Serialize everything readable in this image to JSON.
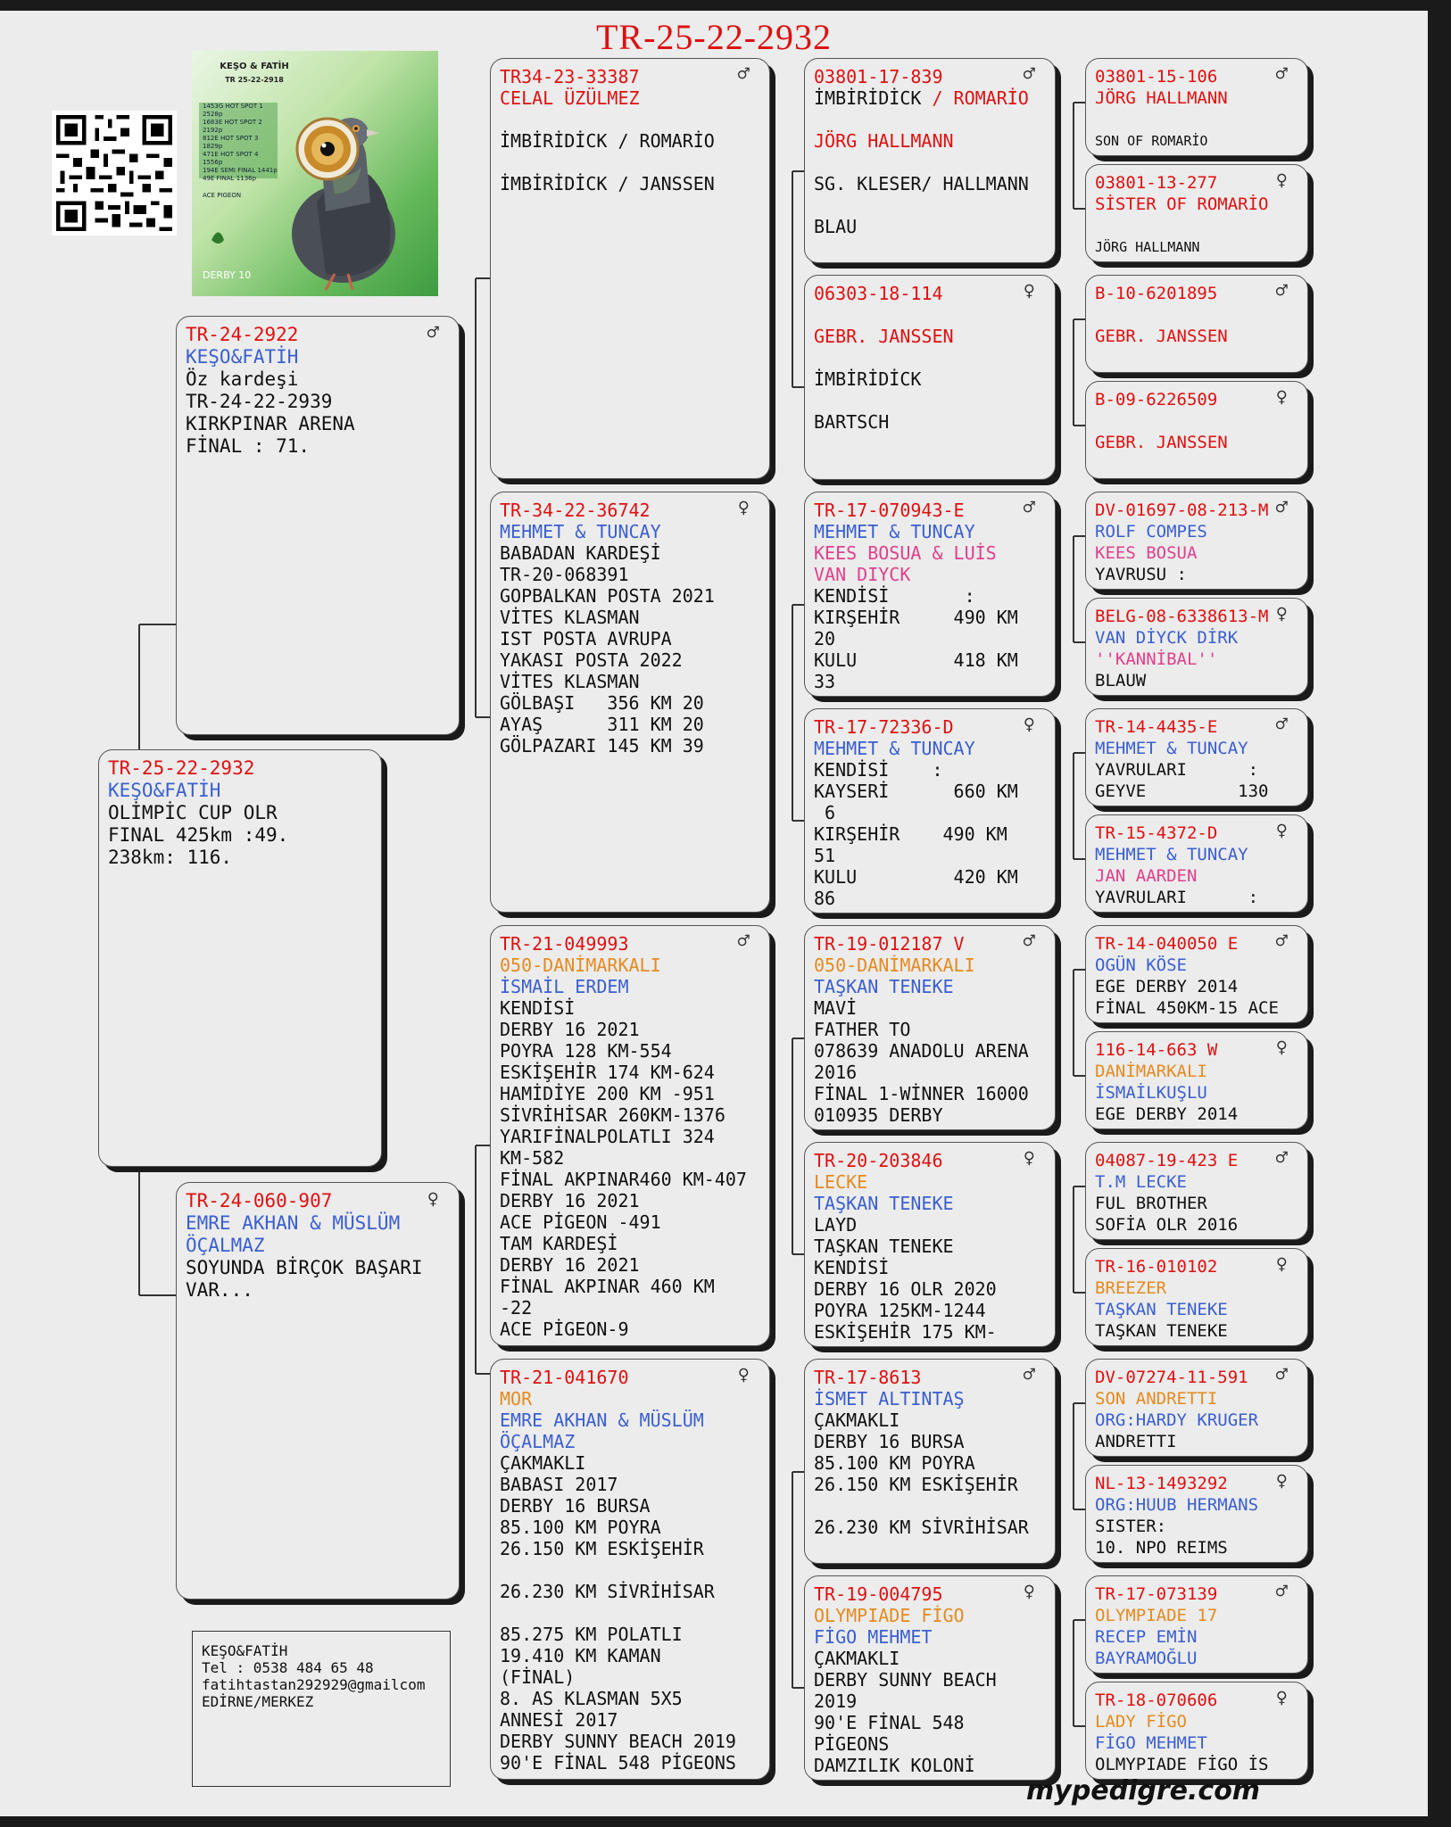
{
  "title": "TR-25-22-2932",
  "footer_brand": "mypedigre.com",
  "photo": {
    "title": "KEŞO & FATİH",
    "subtitle": "TR 25-22-2918",
    "stats": [
      "1453G HOT SPOT 1 2528p",
      "1683E HOT SPOT 2 2192p",
      "812E HOT SPOT 3 1829p",
      "471E HOT SPOT 4 1556p",
      "194E SEMI FINAL 1441p",
      "49E FINAL 1136p",
      "ACE PIGEON"
    ],
    "footer": "DERBY 10"
  },
  "contact": {
    "lines": [
      "KEŞO&FATİH",
      "Tel : 0538 484 65 48",
      "fatihtastan292929@gmailcom",
      "EDİRNE/MERKEZ"
    ]
  },
  "pigeons": [
    {
      "id": "subject",
      "ring": "TR-25-22-2932",
      "sex": "",
      "lines": [
        {
          "t": "KEŞO&FATİH",
          "c": "blue"
        },
        {
          "t": "OLİMPİC CUP OLR",
          "c": "black"
        },
        {
          "t": "FINAL 425km :49.",
          "c": "black"
        },
        {
          "t": "238km: 116.",
          "c": "black"
        }
      ]
    },
    {
      "id": "sire",
      "ring": "TR-24-2922",
      "sex": "♂",
      "lines": [
        {
          "t": "KEŞO&FATİH",
          "c": "blue"
        },
        {
          "t": "Öz kardeşi",
          "c": "black"
        },
        {
          "t": "TR-24-22-2939",
          "c": "black"
        },
        {
          "t": "KIRKPINAR ARENA",
          "c": "black"
        },
        {
          "t": "FİNAL : 71.",
          "c": "black"
        }
      ]
    },
    {
      "id": "dam",
      "ring": "TR-24-060-907",
      "sex": "♀",
      "lines": [
        {
          "t": "EMRE AKHAN & MÜSLÜM",
          "c": "blue"
        },
        {
          "t": "ÖÇALMAZ",
          "c": "blue"
        },
        {
          "t": "SOYUNDA BİRÇOK BAŞARI",
          "c": "black"
        },
        {
          "t": "VAR...",
          "c": "black"
        }
      ]
    },
    {
      "id": "ss",
      "ring": "TR34-23-33387",
      "sex": "♂",
      "lines": [
        {
          "t": "CELAL ÜZÜLMEZ",
          "c": "red"
        },
        {
          "t": "",
          "c": "black"
        },
        {
          "t": "İMBİRİDİCK / ROMARİO",
          "c": "black"
        },
        {
          "t": "",
          "c": "black"
        },
        {
          "t": "İMBİRİDİCK / JANSSEN",
          "c": "black"
        }
      ]
    },
    {
      "id": "sd",
      "ring": "TR-34-22-36742",
      "sex": "♀",
      "lines": [
        {
          "t": "MEHMET & TUNCAY",
          "c": "blue"
        },
        {
          "t": "BABADAN KARDEŞİ",
          "c": "black"
        },
        {
          "t": "TR-20-068391",
          "c": "black"
        },
        {
          "t": "GOPBALKAN POSTA 2021",
          "c": "black"
        },
        {
          "t": "VİTES KLASMAN",
          "c": "black"
        },
        {
          "t": "IST POSTA AVRUPA",
          "c": "black"
        },
        {
          "t": "YAKASI POSTA 2022",
          "c": "black"
        },
        {
          "t": "VİTES KLASMAN",
          "c": "black"
        },
        {
          "t": "GÖLBAŞI   356 KM 20",
          "c": "black"
        },
        {
          "t": "AYAŞ      311 KM 20",
          "c": "black"
        },
        {
          "t": "GÖLPAZARI 145 KM 39",
          "c": "black"
        }
      ]
    },
    {
      "id": "ds",
      "ring": "TR-21-049993",
      "sex": "♂",
      "lines": [
        {
          "t": "050-DANİMARKALI",
          "c": "orange"
        },
        {
          "t": "İSMAİL ERDEM",
          "c": "blue"
        },
        {
          "t": "KENDİSİ",
          "c": "black"
        },
        {
          "t": "DERBY 16 2021",
          "c": "black"
        },
        {
          "t": "POYRA 128 KM-554",
          "c": "black"
        },
        {
          "t": "ESKİŞEHİR 174 KM-624",
          "c": "black"
        },
        {
          "t": "HAMİDİYE 200 KM -951",
          "c": "black"
        },
        {
          "t": "SİVRİHİSAR 260KM-1376",
          "c": "black"
        },
        {
          "t": "YARIFİNALPOLATLI 324",
          "c": "black"
        },
        {
          "t": "KM-582",
          "c": "black"
        },
        {
          "t": "FİNAL AKPINAR460 KM-407",
          "c": "black"
        },
        {
          "t": "DERBY 16 2021",
          "c": "black"
        },
        {
          "t": "ACE PİGEON -491",
          "c": "black"
        },
        {
          "t": "TAM KARDEŞİ",
          "c": "black"
        },
        {
          "t": "DERBY 16 2021",
          "c": "black"
        },
        {
          "t": "FİNAL AKPINAR 460 KM",
          "c": "black"
        },
        {
          "t": "-22",
          "c": "black"
        },
        {
          "t": "ACE PİGEON-9",
          "c": "black"
        }
      ]
    },
    {
      "id": "dd",
      "ring": "TR-21-041670",
      "sex": "♀",
      "lines": [
        {
          "t": "MOR",
          "c": "orange"
        },
        {
          "t": "EMRE AKHAN & MÜSLÜM",
          "c": "blue"
        },
        {
          "t": "ÖÇALMAZ",
          "c": "blue"
        },
        {
          "t": "ÇAKMAKLI",
          "c": "black"
        },
        {
          "t": "BABASI 2017",
          "c": "black"
        },
        {
          "t": "DERBY 16 BURSA",
          "c": "black"
        },
        {
          "t": "85.100 KM POYRA",
          "c": "black"
        },
        {
          "t": "26.150 KM ESKİŞEHİR",
          "c": "black"
        },
        {
          "t": "",
          "c": "black"
        },
        {
          "t": "26.230 KM SİVRİHİSAR",
          "c": "black"
        },
        {
          "t": "",
          "c": "black"
        },
        {
          "t": "85.275 KM POLATLI",
          "c": "black"
        },
        {
          "t": "19.410 KM KAMAN",
          "c": "black"
        },
        {
          "t": "(FİNAL)",
          "c": "black"
        },
        {
          "t": "8. AS KLASMAN 5X5",
          "c": "black"
        },
        {
          "t": "ANNESİ 2017",
          "c": "black"
        },
        {
          "t": "DERBY SUNNY BEACH 2019",
          "c": "black"
        },
        {
          "t": "90'E FİNAL 548 PİGEONS",
          "c": "black"
        }
      ]
    },
    {
      "id": "sss",
      "ring": "03801-17-839",
      "sex": "♂",
      "lines": [
        {
          "t": "İMBİRİDİCK / ROMARİO",
          "c": "mixed1"
        },
        {
          "t": "",
          "c": "black"
        },
        {
          "t": "JÖRG HALLMANN",
          "c": "red"
        },
        {
          "t": "",
          "c": "black"
        },
        {
          "t": "SG. KLESER/ HALLMANN",
          "c": "black"
        },
        {
          "t": "",
          "c": "black"
        },
        {
          "t": "BLAU",
          "c": "black"
        }
      ]
    },
    {
      "id": "ssd",
      "ring": "06303-18-114",
      "sex": "♀",
      "lines": [
        {
          "t": "",
          "c": "black"
        },
        {
          "t": "GEBR. JANSSEN",
          "c": "red"
        },
        {
          "t": "",
          "c": "black"
        },
        {
          "t": "İMBİRİDİCK",
          "c": "black"
        },
        {
          "t": "",
          "c": "black"
        },
        {
          "t": "BARTSCH",
          "c": "black"
        }
      ]
    },
    {
      "id": "sds",
      "ring": "TR-17-070943-E",
      "sex": "♂",
      "lines": [
        {
          "t": "MEHMET & TUNCAY",
          "c": "blue"
        },
        {
          "t": "KEES BOSUA & LUİS",
          "c": "pink"
        },
        {
          "t": "VAN DIYCK",
          "c": "pink"
        },
        {
          "t": "KENDİSİ       :",
          "c": "black"
        },
        {
          "t": "KIRŞEHİR     490 KM",
          "c": "black"
        },
        {
          "t": "20",
          "c": "black"
        },
        {
          "t": "KULU         418 KM",
          "c": "black"
        },
        {
          "t": "33",
          "c": "black"
        }
      ]
    },
    {
      "id": "sdd",
      "ring": "TR-17-72336-D",
      "sex": "♀",
      "lines": [
        {
          "t": "MEHMET & TUNCAY",
          "c": "blue"
        },
        {
          "t": "KENDİSİ    :",
          "c": "black"
        },
        {
          "t": "KAYSERİ      660 KM",
          "c": "black"
        },
        {
          "t": " 6",
          "c": "black"
        },
        {
          "t": "KIRŞEHİR    490 KM",
          "c": "black"
        },
        {
          "t": "51",
          "c": "black"
        },
        {
          "t": "KULU         420 KM",
          "c": "black"
        },
        {
          "t": "86",
          "c": "black"
        }
      ]
    },
    {
      "id": "dss",
      "ring": "TR-19-012187 V",
      "sex": "♂",
      "lines": [
        {
          "t": "050-DANİMARKALI",
          "c": "orange"
        },
        {
          "t": "TAŞKAN TENEKE",
          "c": "blue"
        },
        {
          "t": "MAVİ",
          "c": "black"
        },
        {
          "t": "FATHER TO",
          "c": "black"
        },
        {
          "t": "078639 ANADOLU ARENA",
          "c": "black"
        },
        {
          "t": "2016",
          "c": "black"
        },
        {
          "t": "FİNAL 1-WİNNER 16000",
          "c": "black"
        },
        {
          "t": "010935 DERBY",
          "c": "black"
        }
      ]
    },
    {
      "id": "dsd",
      "ring": "TR-20-203846",
      "sex": "♀",
      "lines": [
        {
          "t": "LECKE",
          "c": "orange"
        },
        {
          "t": "TAŞKAN TENEKE",
          "c": "blue"
        },
        {
          "t": "LAYD",
          "c": "black"
        },
        {
          "t": "TAŞKAN TENEKE",
          "c": "black"
        },
        {
          "t": "KENDİSİ",
          "c": "black"
        },
        {
          "t": "DERBY 16 OLR 2020",
          "c": "black"
        },
        {
          "t": "POYRA 125KM-1244",
          "c": "black"
        },
        {
          "t": "ESKİŞEHİR 175 KM-",
          "c": "black"
        }
      ]
    },
    {
      "id": "dds",
      "ring": "TR-17-8613",
      "sex": "♂",
      "lines": [
        {
          "t": "İSMET ALTINTAŞ",
          "c": "blue"
        },
        {
          "t": "ÇAKMAKLI",
          "c": "black"
        },
        {
          "t": "DERBY 16 BURSA",
          "c": "black"
        },
        {
          "t": "85.100 KM POYRA",
          "c": "black"
        },
        {
          "t": "26.150 KM ESKİŞEHİR",
          "c": "black"
        },
        {
          "t": "",
          "c": "black"
        },
        {
          "t": "26.230 KM SİVRİHİSAR",
          "c": "black"
        }
      ]
    },
    {
      "id": "ddd",
      "ring": "TR-19-004795",
      "sex": "♀",
      "lines": [
        {
          "t": "OLYMPIADE FİGO",
          "c": "orange"
        },
        {
          "t": "FİGO MEHMET",
          "c": "blue"
        },
        {
          "t": "ÇAKMAKLI",
          "c": "black"
        },
        {
          "t": "DERBY SUNNY BEACH",
          "c": "black"
        },
        {
          "t": "2019",
          "c": "black"
        },
        {
          "t": "90'E FİNAL 548",
          "c": "black"
        },
        {
          "t": "PİGEONS",
          "c": "black"
        },
        {
          "t": "DAMZILIK KOLONİ",
          "c": "black"
        }
      ]
    },
    {
      "id": "g1",
      "ring": "03801-15-106",
      "sex": "♂",
      "lines": [
        {
          "t": "JÖRG HALLMANN",
          "c": "red"
        },
        {
          "t": "",
          "c": "black"
        },
        {
          "t": "SON OF ROMARİO",
          "c": "small"
        }
      ]
    },
    {
      "id": "g2",
      "ring": "03801-13-277",
      "sex": "♀",
      "lines": [
        {
          "t": "SİSTER OF ROMARİO",
          "c": "red"
        },
        {
          "t": "",
          "c": "black"
        },
        {
          "t": "JÖRG HALLMANN",
          "c": "small"
        }
      ]
    },
    {
      "id": "g3",
      "ring": "B-10-6201895",
      "sex": "♂",
      "lines": [
        {
          "t": "",
          "c": "black"
        },
        {
          "t": "GEBR. JANSSEN",
          "c": "red"
        }
      ]
    },
    {
      "id": "g4",
      "ring": "B-09-6226509",
      "sex": "♀",
      "lines": [
        {
          "t": "",
          "c": "black"
        },
        {
          "t": "GEBR. JANSSEN",
          "c": "red"
        }
      ]
    },
    {
      "id": "g5",
      "ring": "DV-01697-08-213-M",
      "sex": "♂",
      "lines": [
        {
          "t": "ROLF COMPES",
          "c": "blue"
        },
        {
          "t": "KEES BOSUA",
          "c": "pink"
        },
        {
          "t": "YAVRUSU :",
          "c": "black"
        }
      ]
    },
    {
      "id": "g6",
      "ring": "BELG-08-6338613-M",
      "sex": "♀",
      "lines": [
        {
          "t": "VAN DİYCK DİRK",
          "c": "blue"
        },
        {
          "t": "''KANNİBAL''",
          "c": "pink"
        },
        {
          "t": "BLAUW",
          "c": "black"
        }
      ]
    },
    {
      "id": "g7",
      "ring": "TR-14-4435-E",
      "sex": "♂",
      "lines": [
        {
          "t": "MEHMET & TUNCAY",
          "c": "blue"
        },
        {
          "t": "YAVRULARI      :",
          "c": "black"
        },
        {
          "t": "GEYVE         130",
          "c": "black"
        }
      ]
    },
    {
      "id": "g8",
      "ring": "TR-15-4372-D",
      "sex": "♀",
      "lines": [
        {
          "t": "MEHMET & TUNCAY",
          "c": "blue"
        },
        {
          "t": "JAN AARDEN",
          "c": "pink"
        },
        {
          "t": "YAVRULARI      :",
          "c": "black"
        }
      ]
    },
    {
      "id": "g9",
      "ring": "TR-14-040050 E",
      "sex": "♂",
      "lines": [
        {
          "t": "OGÜN KÖSE",
          "c": "blue"
        },
        {
          "t": "EGE DERBY 2014",
          "c": "black"
        },
        {
          "t": "FİNAL 450KM-15 ACE",
          "c": "black"
        }
      ]
    },
    {
      "id": "g10",
      "ring": "116-14-663 W",
      "sex": "♀",
      "lines": [
        {
          "t": "DANİMARKALI",
          "c": "orange"
        },
        {
          "t": "İSMAİLKUŞLU",
          "c": "blue"
        },
        {
          "t": "EGE DERBY 2014",
          "c": "black"
        }
      ]
    },
    {
      "id": "g11",
      "ring": "04087-19-423 E",
      "sex": "♂",
      "lines": [
        {
          "t": "T.M LECKE",
          "c": "blue"
        },
        {
          "t": "FUL BROTHER",
          "c": "black"
        },
        {
          "t": "SOFİA OLR 2016",
          "c": "black"
        }
      ]
    },
    {
      "id": "g12",
      "ring": "TR-16-010102",
      "sex": "♀",
      "lines": [
        {
          "t": "BREEZER",
          "c": "orange"
        },
        {
          "t": "TAŞKAN TENEKE",
          "c": "blue"
        },
        {
          "t": "TAŞKAN TENEKE",
          "c": "black"
        }
      ]
    },
    {
      "id": "g13",
      "ring": "DV-07274-11-591",
      "sex": "♂",
      "lines": [
        {
          "t": "SON ANDRETTI",
          "c": "orange"
        },
        {
          "t": "ORG:HARDY KRUGER",
          "c": "blue"
        },
        {
          "t": "ANDRETTI",
          "c": "black"
        }
      ]
    },
    {
      "id": "g14",
      "ring": "NL-13-1493292",
      "sex": "♀",
      "lines": [
        {
          "t": "ORG:HUUB HERMANS",
          "c": "blue"
        },
        {
          "t": "SISTER:",
          "c": "black"
        },
        {
          "t": "10. NPO REIMS",
          "c": "black"
        }
      ]
    },
    {
      "id": "g15",
      "ring": "TR-17-073139",
      "sex": "♂",
      "lines": [
        {
          "t": "OLYMPIADE 17",
          "c": "orange"
        },
        {
          "t": "RECEP EMİN",
          "c": "blue"
        },
        {
          "t": "BAYRAMOĞLU",
          "c": "blue"
        }
      ]
    },
    {
      "id": "g16",
      "ring": "TR-18-070606",
      "sex": "♀",
      "lines": [
        {
          "t": "LADY FİGO",
          "c": "orange"
        },
        {
          "t": "FİGO MEHMET",
          "c": "blue"
        },
        {
          "t": "OLMYPIADE FİGO İS",
          "c": "black"
        }
      ]
    }
  ]
}
